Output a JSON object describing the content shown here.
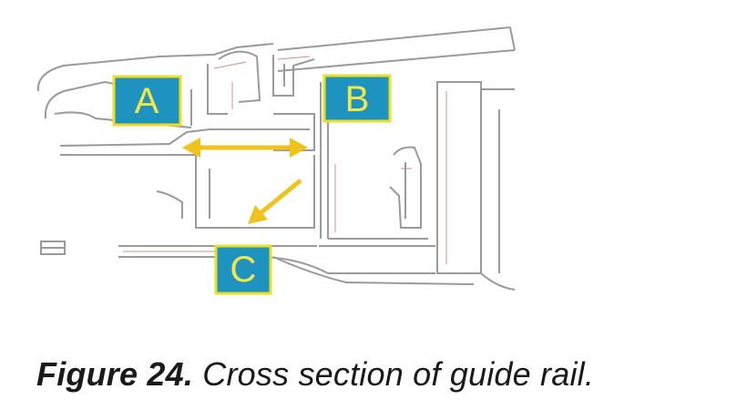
{
  "figure": {
    "labels": [
      {
        "id": "A",
        "text": "A"
      },
      {
        "id": "B",
        "text": "B"
      },
      {
        "id": "C",
        "text": "C"
      }
    ],
    "caption": {
      "number": "Figure 24.",
      "text": "Cross section of guide rail."
    }
  },
  "colors": {
    "label_fill": "#1f93bf",
    "label_border": "#e8e020",
    "label_text": "#f2e64a",
    "arrow": "#f0c21c",
    "line_gray": "#9a9a9a",
    "line_red": "#c06060"
  }
}
